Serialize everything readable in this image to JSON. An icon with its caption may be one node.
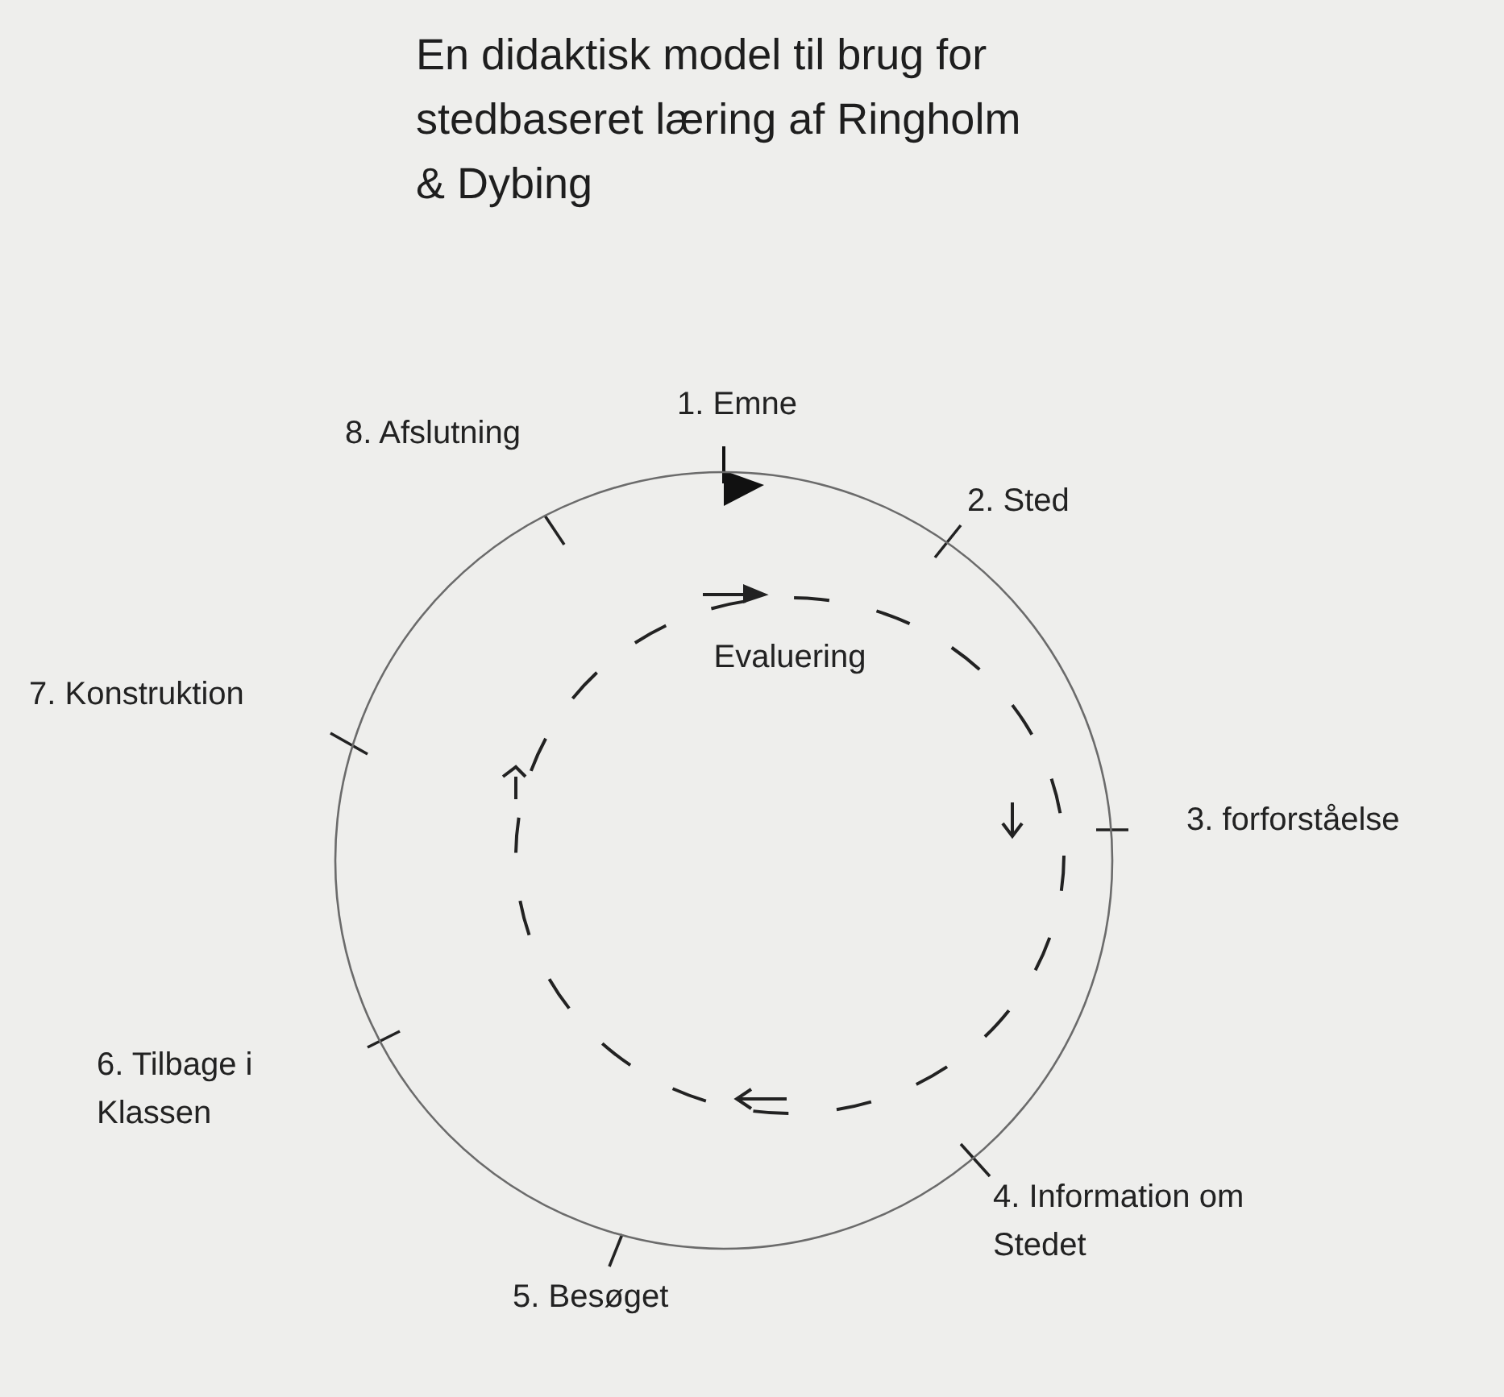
{
  "diagram": {
    "title": "En didaktisk model til brug for stedbaseret læring af Ringholm & Dybing",
    "nodes": [
      {
        "text": [],
        "shape": "circle"
      },
      {
        "text": [
          "Evaluering"
        ],
        "in": 0
      }
    ],
    "labels": [
      "1. Emne",
      "2. Sted",
      "3. forforståelse",
      "4. Information om Stedet",
      "5. Besøget",
      "6. Tilbage i Klassen",
      "7. Konstruktion",
      "8. Afslutning"
    ]
  }
}
